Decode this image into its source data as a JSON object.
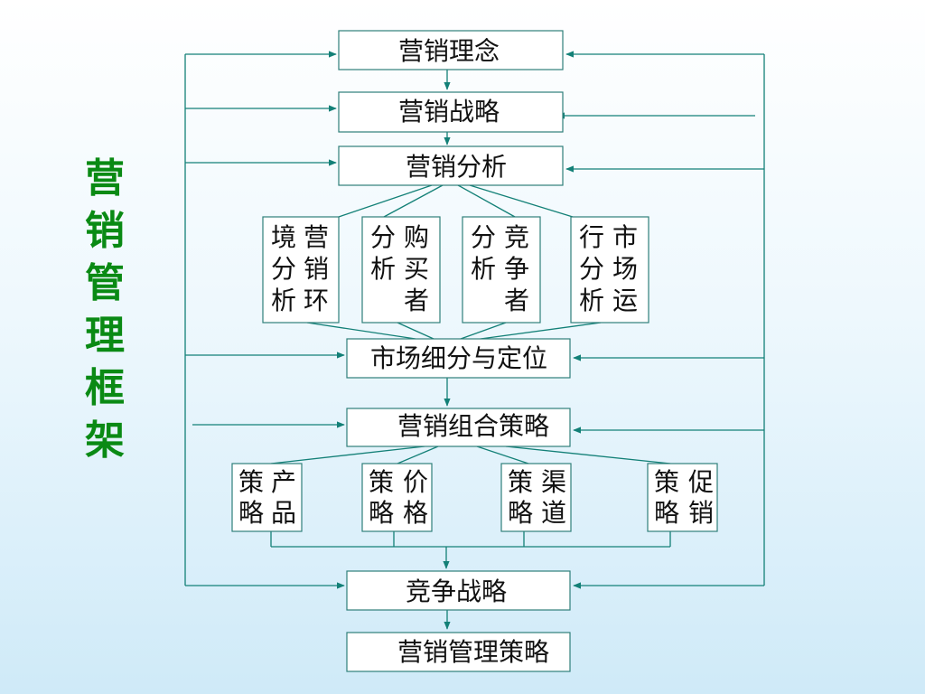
{
  "title": "营销管理框架",
  "nodes": {
    "philosophy": "营销理念",
    "strategy": "营销战略",
    "analysis": "营销分析",
    "segmentation": "市场细分与定位",
    "mix": "营销组合策略",
    "competition": "竞争战略",
    "management": "营销管理策略"
  },
  "analysis_items": [
    {
      "label": "营销环境分析",
      "col_right": "营销环",
      "col_left": "境分析"
    },
    {
      "label": "购买者分析",
      "col_right": "购买者",
      "col_left": "分析"
    },
    {
      "label": "竞争者分析",
      "col_right": "竞争者",
      "col_left": "分析"
    },
    {
      "label": "市场运行分析",
      "col_right": "市场运",
      "col_left": "行分析"
    }
  ],
  "mix_items": [
    {
      "label": "产品策略",
      "col_right": "产品",
      "col_left": "策略"
    },
    {
      "label": "价格策略",
      "col_right": "价格",
      "col_left": "策略"
    },
    {
      "label": "渠道策略",
      "col_right": "渠道",
      "col_left": "策略"
    },
    {
      "label": "促销策略",
      "col_right": "促销",
      "col_left": "策略"
    }
  ],
  "colors": {
    "line": "#138077",
    "box_border": "#2e7f7a",
    "title": "#0a8a14",
    "background_bottom": "#cfeaf8"
  }
}
